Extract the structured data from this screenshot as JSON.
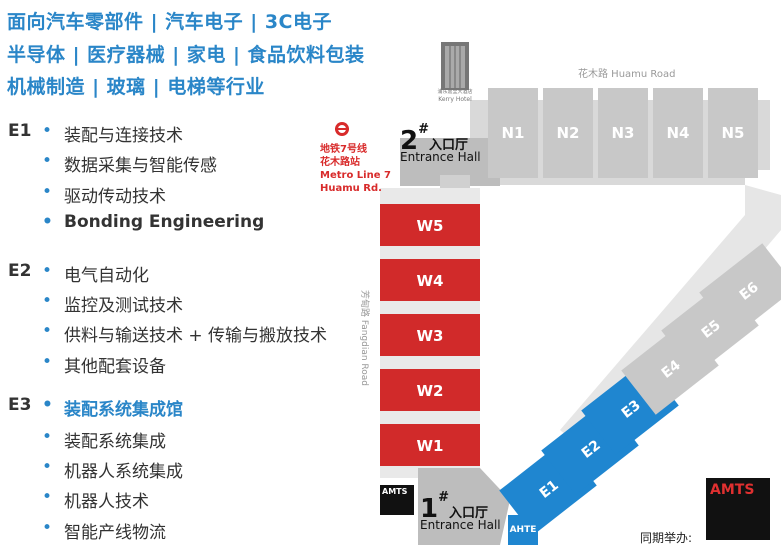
{
  "header_lines": [
    "面向汽车零部件 | 汽车电子 | 3C电子",
    "半导体 | 医疗器械 | 家电 | 食品饮料包装",
    "机械制造 | 玻璃 | 电梯等行业"
  ],
  "zones": [
    {
      "label": "E1",
      "items": [
        "装配与连接技术",
        "数据采集与智能传感",
        "驱动传动技术",
        "Bonding Engineering"
      ]
    },
    {
      "label": "E2",
      "items": [
        "电气自动化",
        "监控及测试技术",
        "供料与输送技术 + 传输与搬放技术",
        "其他配套设备"
      ]
    },
    {
      "label": "E3",
      "items": [
        "装配系统集成馆",
        "装配系统集成",
        "机器人系统集成",
        "机器人技术",
        "智能产线物流"
      ]
    }
  ],
  "map": {
    "north_halls": [
      "N1",
      "N2",
      "N3",
      "N4",
      "N5"
    ],
    "west_halls": [
      "W5",
      "W4",
      "W3",
      "W2",
      "W1"
    ],
    "east_halls": [
      "E1",
      "E2",
      "E3",
      "E4",
      "E5",
      "E6"
    ],
    "road_north": "花木路 Huamu Road",
    "road_west": "芳甸路 Fangdian Road",
    "hotel": {
      "cn": "浦东嘉里大酒店",
      "en": "Kerry Hotel"
    },
    "metro": {
      "line1": "地铁7号线",
      "line2": "花木路站",
      "line3": "Metro Line 7",
      "line4": "Huamu Rd."
    },
    "entrance2": {
      "num": "2",
      "sup": "#",
      "cn": "入口厅",
      "en": "Entrance Hall"
    },
    "entrance1": {
      "num": "1",
      "sup": "#",
      "cn": "入口厅",
      "en": "Entrance Hall"
    },
    "logo_ahte": "AHTE",
    "logo_amts": "AMTS",
    "cohost_label": "同期举办:"
  },
  "colors": {
    "accent": "#2a86c8",
    "red_hall": "#d12a2a",
    "blue_hall": "#1f86d0",
    "grey_hall": "#c8c8c8"
  }
}
